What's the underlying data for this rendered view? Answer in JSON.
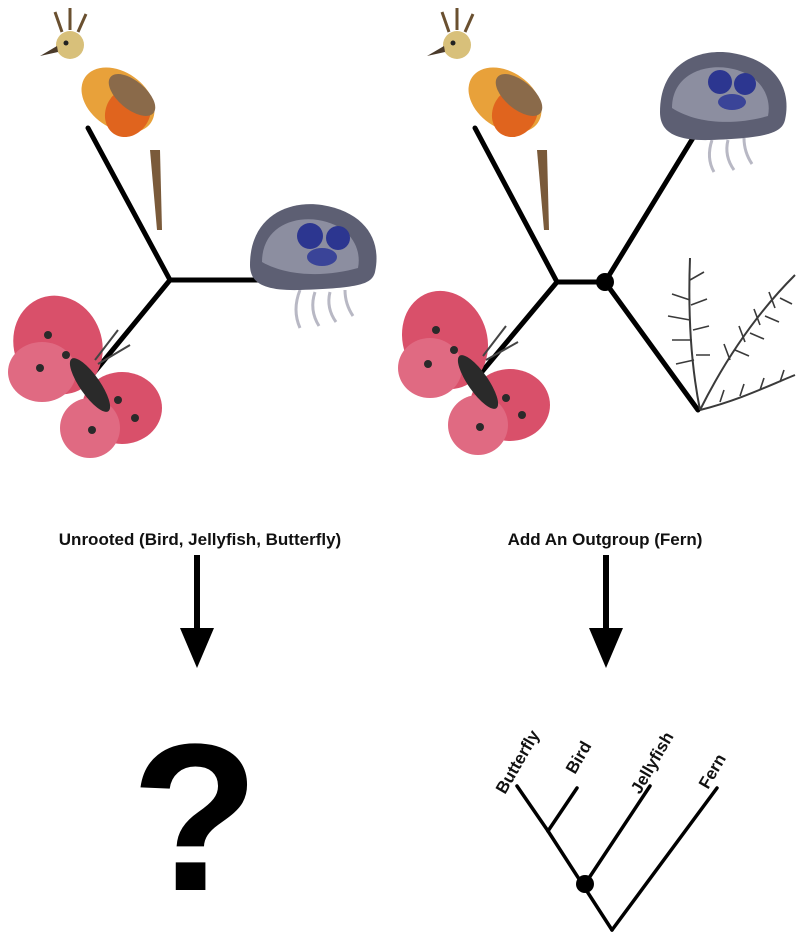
{
  "left_panel": {
    "caption": "Unrooted (Bird, Jellyfish, Butterfly)",
    "result": "?"
  },
  "right_panel": {
    "caption": "Add An Outgroup (Fern)",
    "taxa": [
      "Butterfly",
      "Bird",
      "Jellyfish",
      "Fern"
    ]
  },
  "colors": {
    "line": "#000000",
    "butterfly_wing": "#d9506a",
    "jellyfish_bell": "#5d5f73",
    "bird_body": "#e8a13a"
  }
}
